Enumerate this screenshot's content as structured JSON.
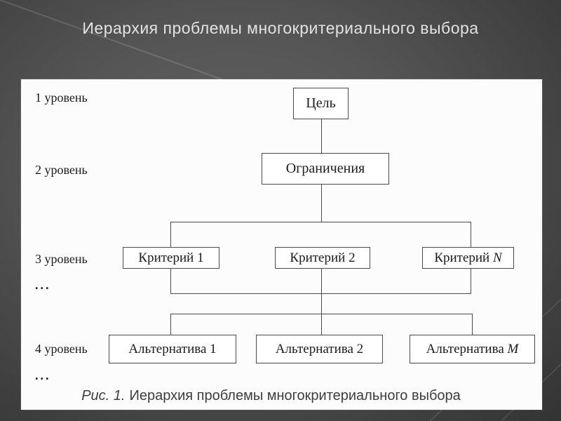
{
  "title": "Иерархия проблемы многокритериального выбора",
  "levels": {
    "l1": "1 уровень",
    "l2": "2 уровень",
    "l3": "3 уровень",
    "l3_dots": "...",
    "l4": "4 уровень",
    "l4_dots": "..."
  },
  "nodes": {
    "goal": "Цель",
    "constraints": "Ограничения",
    "criteria": [
      {
        "text": "Критерий 1",
        "var": ""
      },
      {
        "text": "Критерий 2",
        "var": ""
      },
      {
        "text": "Критерий ",
        "var": "N"
      }
    ],
    "alternatives": [
      {
        "text": "Альтернатива 1",
        "var": ""
      },
      {
        "text": "Альтернатива 2",
        "var": ""
      },
      {
        "text": "Альтернатива ",
        "var": "M"
      }
    ]
  },
  "caption": {
    "figure_label": "Рис. 1.",
    "text": "Иерархия проблемы многокритериального выбора"
  },
  "colors": {
    "background_center": "#5e5e5e",
    "background_edge": "#333333",
    "panel": "#fcfcfc",
    "line": "#4a4a4a",
    "box_text": "#1b1b1b",
    "title_text": "#e3e3e3",
    "caption_text": "#3d3d3d"
  }
}
